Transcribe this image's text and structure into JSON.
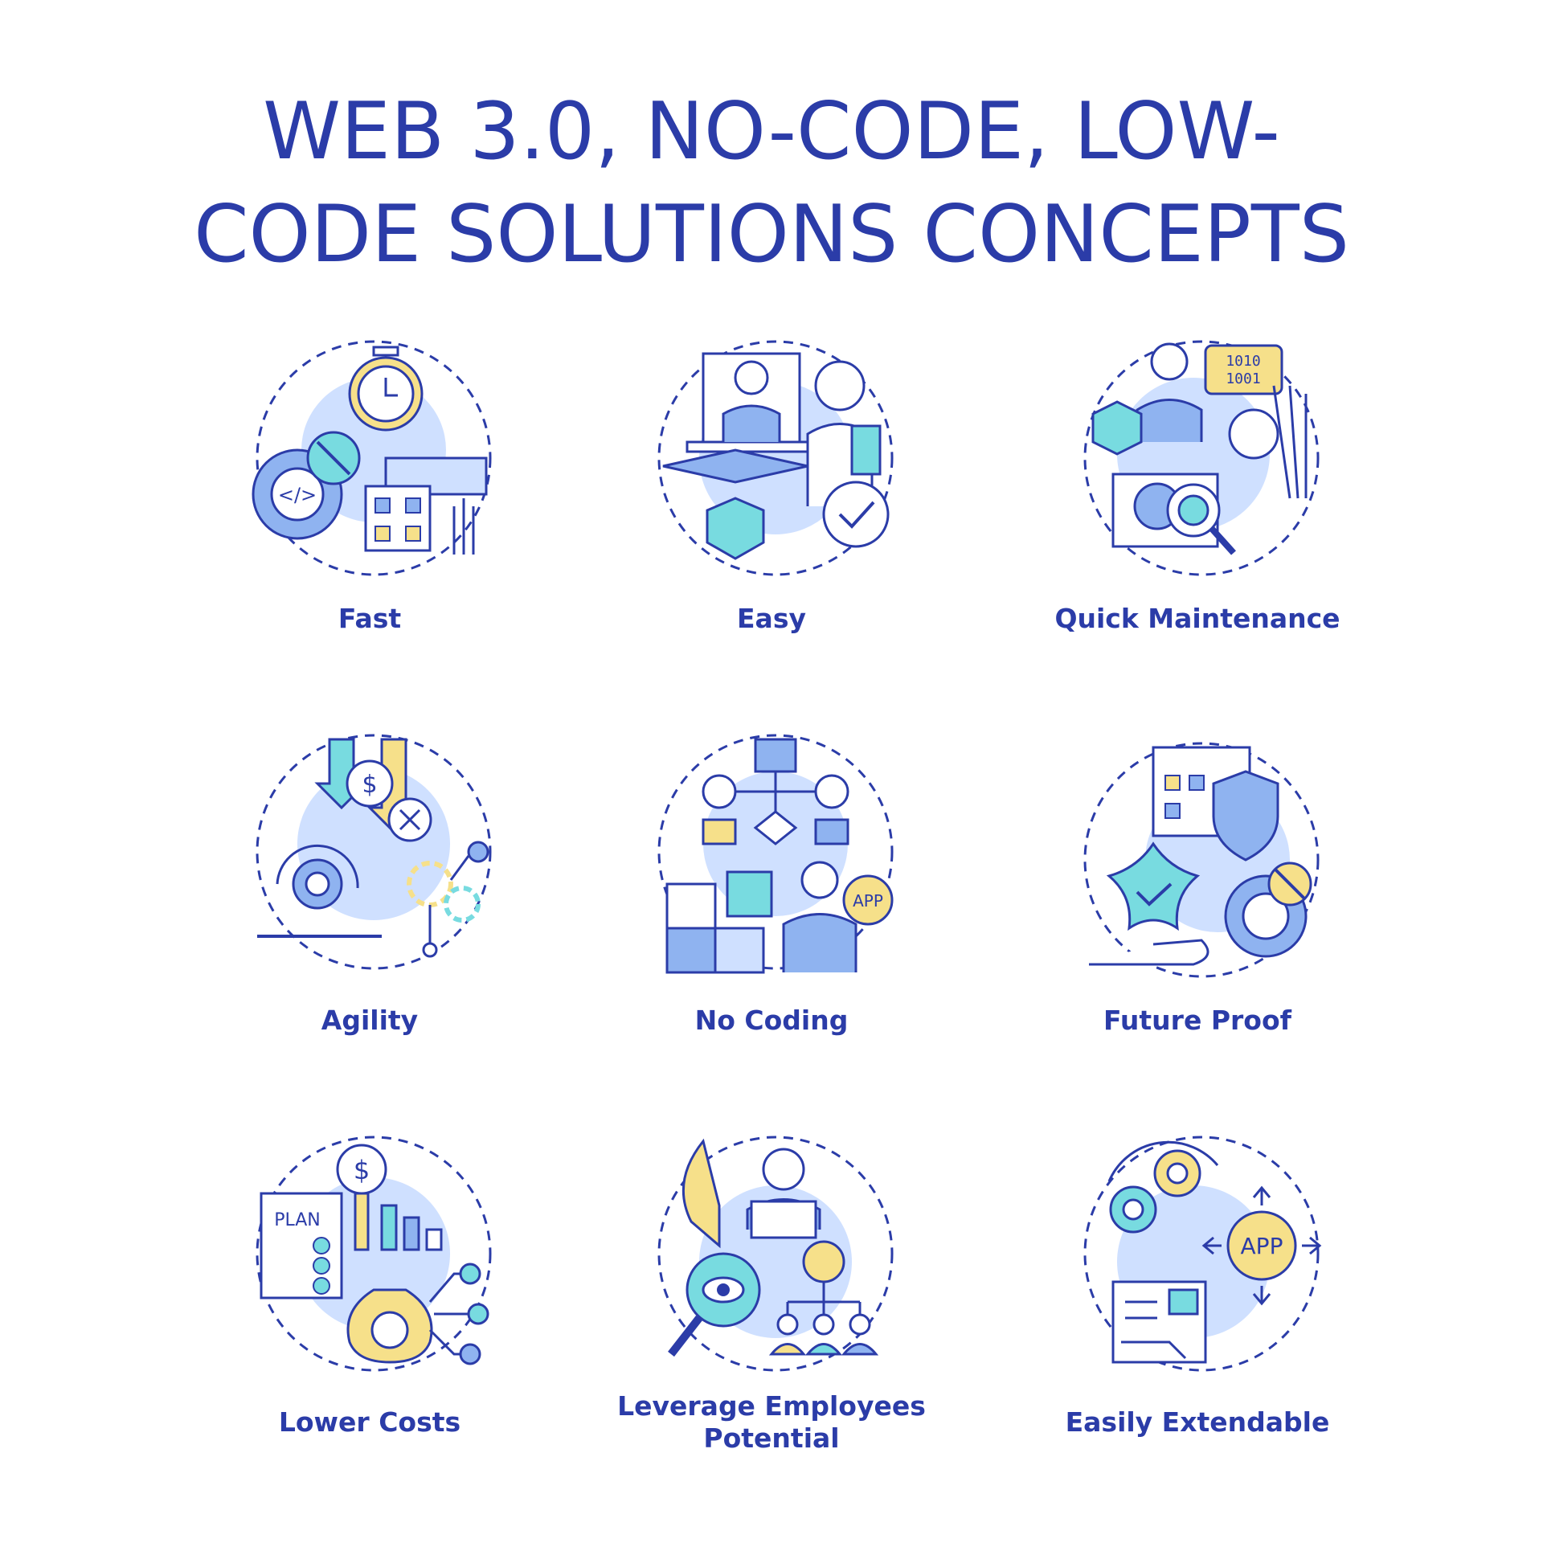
{
  "title": {
    "line1": "WEB 3.0, NO-CODE, LOW-",
    "line2": "CODE SOLUTIONS CONCEPTS"
  },
  "colors": {
    "ink": "#2b3ca8",
    "pale_blue": "#cfe0ff",
    "mid_blue": "#8fb3f0",
    "cyan": "#78dbe0",
    "yellow": "#f6e08a"
  },
  "concepts": [
    {
      "label": "Fast",
      "icon": "stopwatch-gear-calendar-icon"
    },
    {
      "label": "Easy",
      "icon": "online-learning-icon",
      "badge": ""
    },
    {
      "label": "Quick Maintenance",
      "icon": "maintenance-magnifier-icon",
      "code_text": "1010\n1001"
    },
    {
      "label": "Agility",
      "icon": "agility-cycle-icon",
      "currency": "$"
    },
    {
      "label": "No Coding",
      "icon": "flowchart-puzzle-icon",
      "badge": "APP"
    },
    {
      "label": "Future Proof",
      "icon": "shield-star-icon"
    },
    {
      "label": "Lower Costs",
      "icon": "plan-moneybag-icon",
      "plan_text": "PLAN",
      "currency": "$"
    },
    {
      "label": "Leverage Employees Potential",
      "label_line1": "Leverage Employees",
      "label_line2": "Potential",
      "icon": "employees-eye-icon"
    },
    {
      "label": "Easily Extendable",
      "icon": "app-extend-icon",
      "badge": "APP"
    }
  ]
}
